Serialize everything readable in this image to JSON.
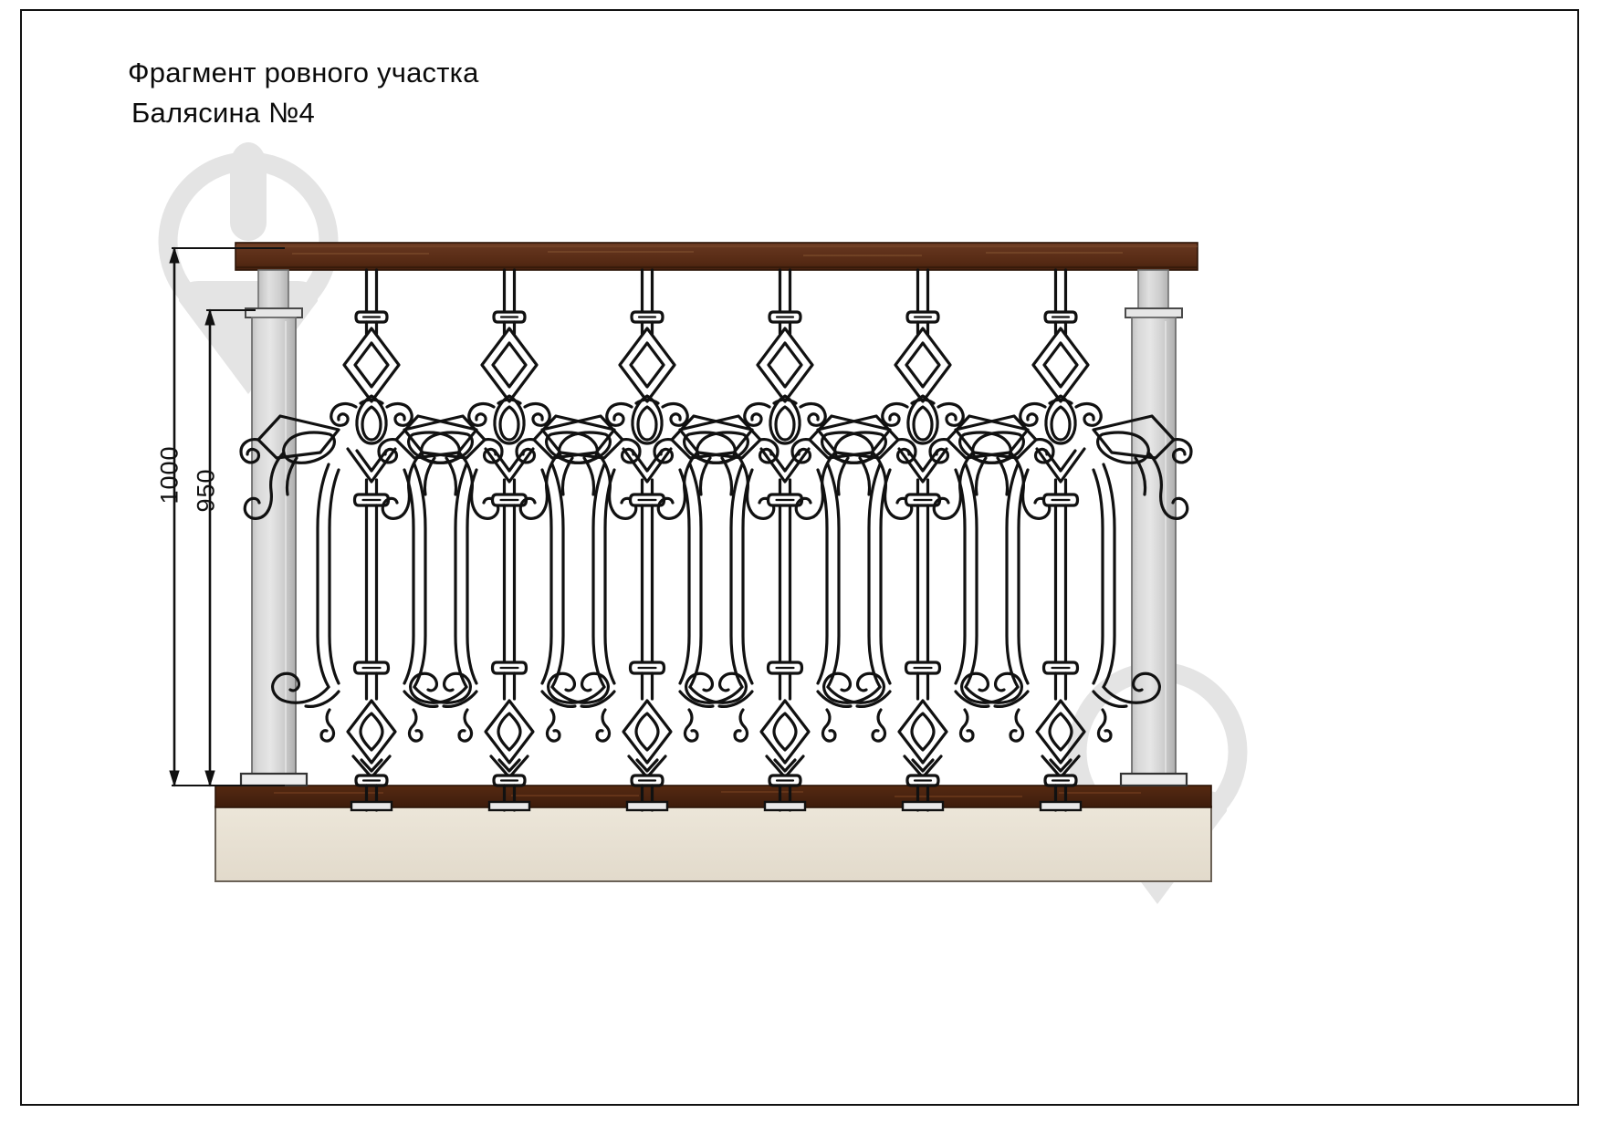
{
  "document": {
    "kind": "technical-drawing",
    "title_lines": [
      "Фрагмент ровного участка",
      "Балясина №4"
    ],
    "title_primary": "Фрагмент ровного участка",
    "title_secondary": "Балясина №4"
  },
  "dimensions": {
    "overall_height": "1000",
    "railing_height": "950",
    "unit_note": ""
  },
  "drawing": {
    "assembly_name": "railing-elevation",
    "baluster_count": 6,
    "post_count": 2,
    "parts": {
      "handrail": "handrail",
      "post": "post",
      "baluster": "baluster",
      "deck_board": "deck-board",
      "foundation": "foundation-slab"
    }
  },
  "colors": {
    "handrail_top": "#6b3a22",
    "handrail_body": "#5b2d16",
    "handrail_shade": "#4a2411",
    "post_light": "#e3e3e3",
    "post_mid": "#c9c9c9",
    "post_dark": "#b6b6b6",
    "deck_board": "#4b2410",
    "foundation": "#e8e1d2",
    "outline": "#111111",
    "watermark": "#e2e2e2",
    "page_background": "#ffffff"
  },
  "watermarks": [
    {
      "name": "brand-watermark-top-left",
      "glyph": "droplet-in-circle"
    },
    {
      "name": "brand-watermark-bottom-right",
      "glyph": "droplet-in-circle"
    }
  ]
}
